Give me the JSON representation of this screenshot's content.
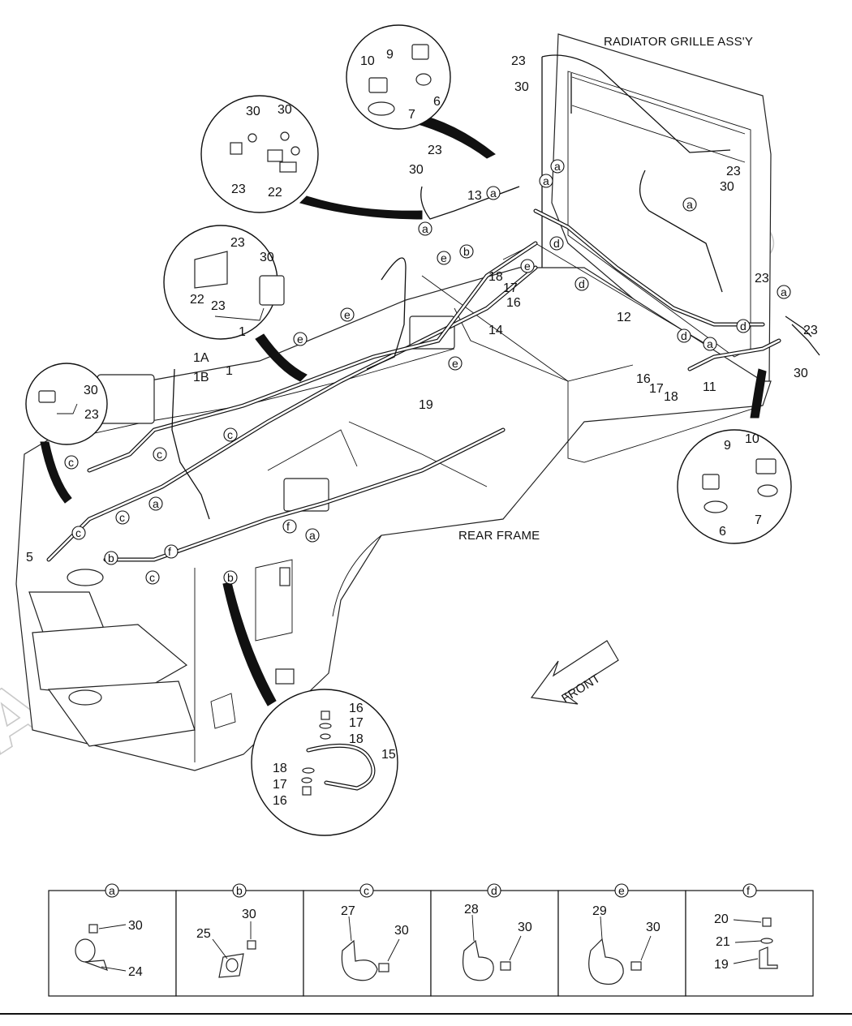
{
  "titles": {
    "radiator": "RADIATOR GRILLE ASS'Y",
    "rear_frame": "REAR FRAME",
    "front": "FRONT"
  },
  "watermark": "ACAT AUTODEALER.RU",
  "callouts": {
    "n1": "1",
    "n1A": "1A",
    "n1B": "1B",
    "n5": "5",
    "n11": "11",
    "n12": "12",
    "n13": "13",
    "n14": "14",
    "n15": "15",
    "n16": "16",
    "n17": "17",
    "n18": "18",
    "n19": "19",
    "n22": "22",
    "n23": "23",
    "n30": "30",
    "n6": "6",
    "n7": "7",
    "n9": "9",
    "n10": "10"
  },
  "clamp_letters": [
    "a",
    "b",
    "c",
    "d",
    "e",
    "f"
  ],
  "clamp_table": [
    {
      "letter": "a",
      "parts": [
        "30",
        "24"
      ]
    },
    {
      "letter": "b",
      "parts": [
        "25",
        "30"
      ]
    },
    {
      "letter": "c",
      "parts": [
        "27",
        "30"
      ]
    },
    {
      "letter": "d",
      "parts": [
        "28",
        "30"
      ]
    },
    {
      "letter": "e",
      "parts": [
        "29",
        "30"
      ]
    },
    {
      "letter": "f",
      "parts": [
        "20",
        "21",
        "19"
      ]
    }
  ]
}
